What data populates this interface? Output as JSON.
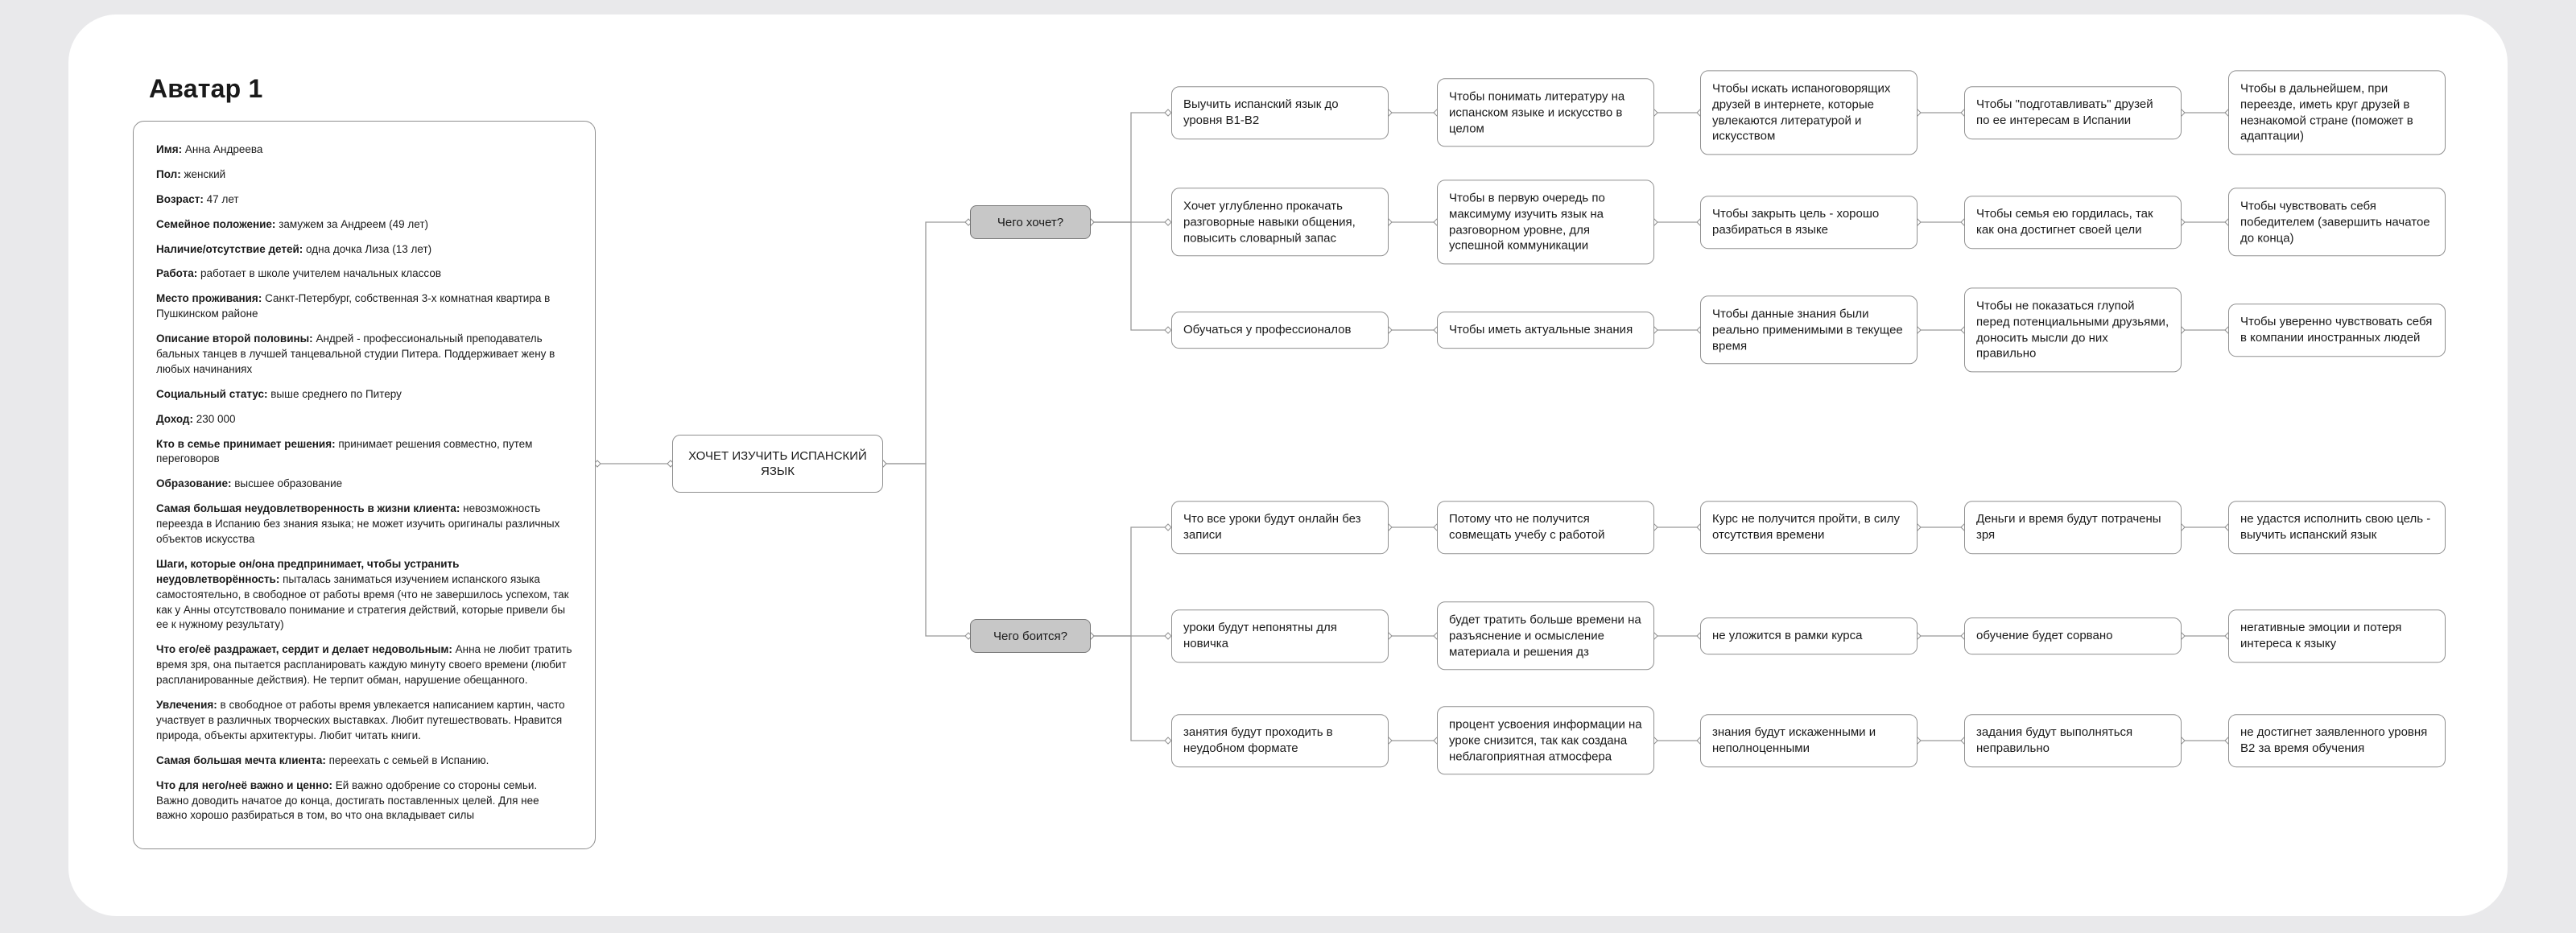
{
  "page": {
    "title": "Аватар 1"
  },
  "root": {
    "label": "ХОЧЕТ ИЗУЧИТЬ ИСПАНСКИЙ ЯЗЫК"
  },
  "colors": {
    "background": "#e9e9eb",
    "canvas": "#ffffff",
    "node_border": "#8f8f8f",
    "branch_fill": "#c7c7c7",
    "line": "#999999",
    "text": "#1a1a1a"
  },
  "profile": {
    "fields": [
      {
        "label": "Имя:",
        "text": "Анна Андреева"
      },
      {
        "label": "Пол:",
        "text": "женский"
      },
      {
        "label": "Возраст:",
        "text": "47 лет"
      },
      {
        "label": "Семейное положение:",
        "text": "замужем за Андреем (49 лет)"
      },
      {
        "label": "Наличие/отсутствие детей:",
        "text": "одна дочка Лиза (13 лет)"
      },
      {
        "label": "Работа:",
        "text": "работает в школе учителем начальных классов"
      },
      {
        "label": "Место проживания:",
        "text": "Санкт-Петербург, собственная 3-х комнатная квартира в Пушкинском районе"
      },
      {
        "label": "Описание второй половины:",
        "text": "Андрей - профессиональный преподаватель бальных танцев в лучшей танцевальной студии Питера. Поддерживает жену в любых начинаниях"
      },
      {
        "label": "Социальный статус:",
        "text": "выше среднего по Питеру"
      },
      {
        "label": "Доход:",
        "text": "230 000"
      },
      {
        "label": "Кто в семье принимает решения:",
        "text": "принимает решения совместно, путем переговоров"
      },
      {
        "label": "Образование:",
        "text": "высшее образование"
      },
      {
        "label": "Самая большая неудовлетворенность в жизни клиента:",
        "text": "невозможность переезда в Испанию без знания языка; не может изучить оригиналы различных объектов искусства"
      },
      {
        "label": "Шаги, которые он/она предпринимает, чтобы устранить неудовлетворённость:",
        "text": "пыталась заниматься изучением испанского языка самостоятельно, в свободное от работы время (что не завершилось успехом, так как у Анны отсутствовало понимание и стратегия действий, которые привели бы ее к нужному результату)"
      },
      {
        "label": "Что его/её раздражает, сердит и делает недовольным:",
        "text": "Анна не любит тратить время зря, она пытается распланировать каждую минуту своего времени (любит распланированные действия). Не терпит обман, нарушение обещанного."
      },
      {
        "label": "Увлечения:",
        "text": "в свободное от работы время увлекается написанием картин, часто участвует в различных творческих выставках. Любит путешествовать. Нравится природа, объекты архитектуры. Любит читать книги."
      },
      {
        "label": "Самая большая мечта клиента:",
        "text": "переехать с семьей в Испанию."
      },
      {
        "label": "Что для него/неё важно и ценно:",
        "text": "Ей важно одобрение со стороны семьи. Важно доводить начатое до конца, достигать поставленных целей. Для нее важно хорошо разбираться в том, во что она вкладывает силы"
      }
    ]
  },
  "branches": {
    "want": {
      "label": "Чего хочет?",
      "rows": [
        {
          "boxes": [
            "Выучить испанский язык до уровня B1-B2",
            "Чтобы понимать литературу на испанском языке и искусство в целом",
            "Чтобы искать испаноговорящих друзей в интернете, которые увлекаются литературой и искусством",
            "Чтобы \"подготавливать\" друзей по ее интересам в Испании",
            "Чтобы в дальнейшем, при переезде, иметь круг друзей в незнакомой стране (поможет в адаптации)"
          ]
        },
        {
          "boxes": [
            "Хочет углубленно прокачать разговорные навыки общения, повысить словарный запас",
            "Чтобы в первую очередь по максимуму изучить язык на разговорном уровне, для успешной коммуникации",
            "Чтобы закрыть цель - хорошо разбираться в языке",
            "Чтобы семья ею гордилась, так как она достигнет своей цели",
            "Чтобы чувствовать себя победителем (завершить начатое до конца)"
          ]
        },
        {
          "boxes": [
            "Обучаться у профессионалов",
            "Чтобы иметь актуальные знания",
            "Чтобы данные знания были реально применимыми в текущее время",
            "Чтобы не показаться глупой перед потенциальными друзьями, доносить мысли до них правильно",
            "Чтобы уверенно чувствовать себя в компании иностранных людей"
          ]
        }
      ]
    },
    "fear": {
      "label": "Чего боится?",
      "rows": [
        {
          "boxes": [
            "Что все уроки будут онлайн без записи",
            "Потому что не получится совмещать учебу с работой",
            "Курс не получится пройти, в силу отсутствия времени",
            "Деньги и время будут потрачены зря",
            "не удастся исполнить свою цель - выучить испанский язык"
          ]
        },
        {
          "boxes": [
            "уроки будут непонятны для новичка",
            "будет тратить больше времени на разъяснение и осмысление материала и решения дз",
            "не уложится в рамки курса",
            "обучение будет сорвано",
            "негативные эмоции и потеря интереса к языку"
          ]
        },
        {
          "boxes": [
            "занятия будут проходить в неудобном формате",
            "процент усвоения информации на уроке снизится, так как создана неблагоприятная атмосфера",
            "знания будут искаженными и неполноценными",
            "задания будут выполняться неправильно",
            "не достигнет заявленного уровня B2 за время обучения"
          ]
        }
      ]
    }
  }
}
